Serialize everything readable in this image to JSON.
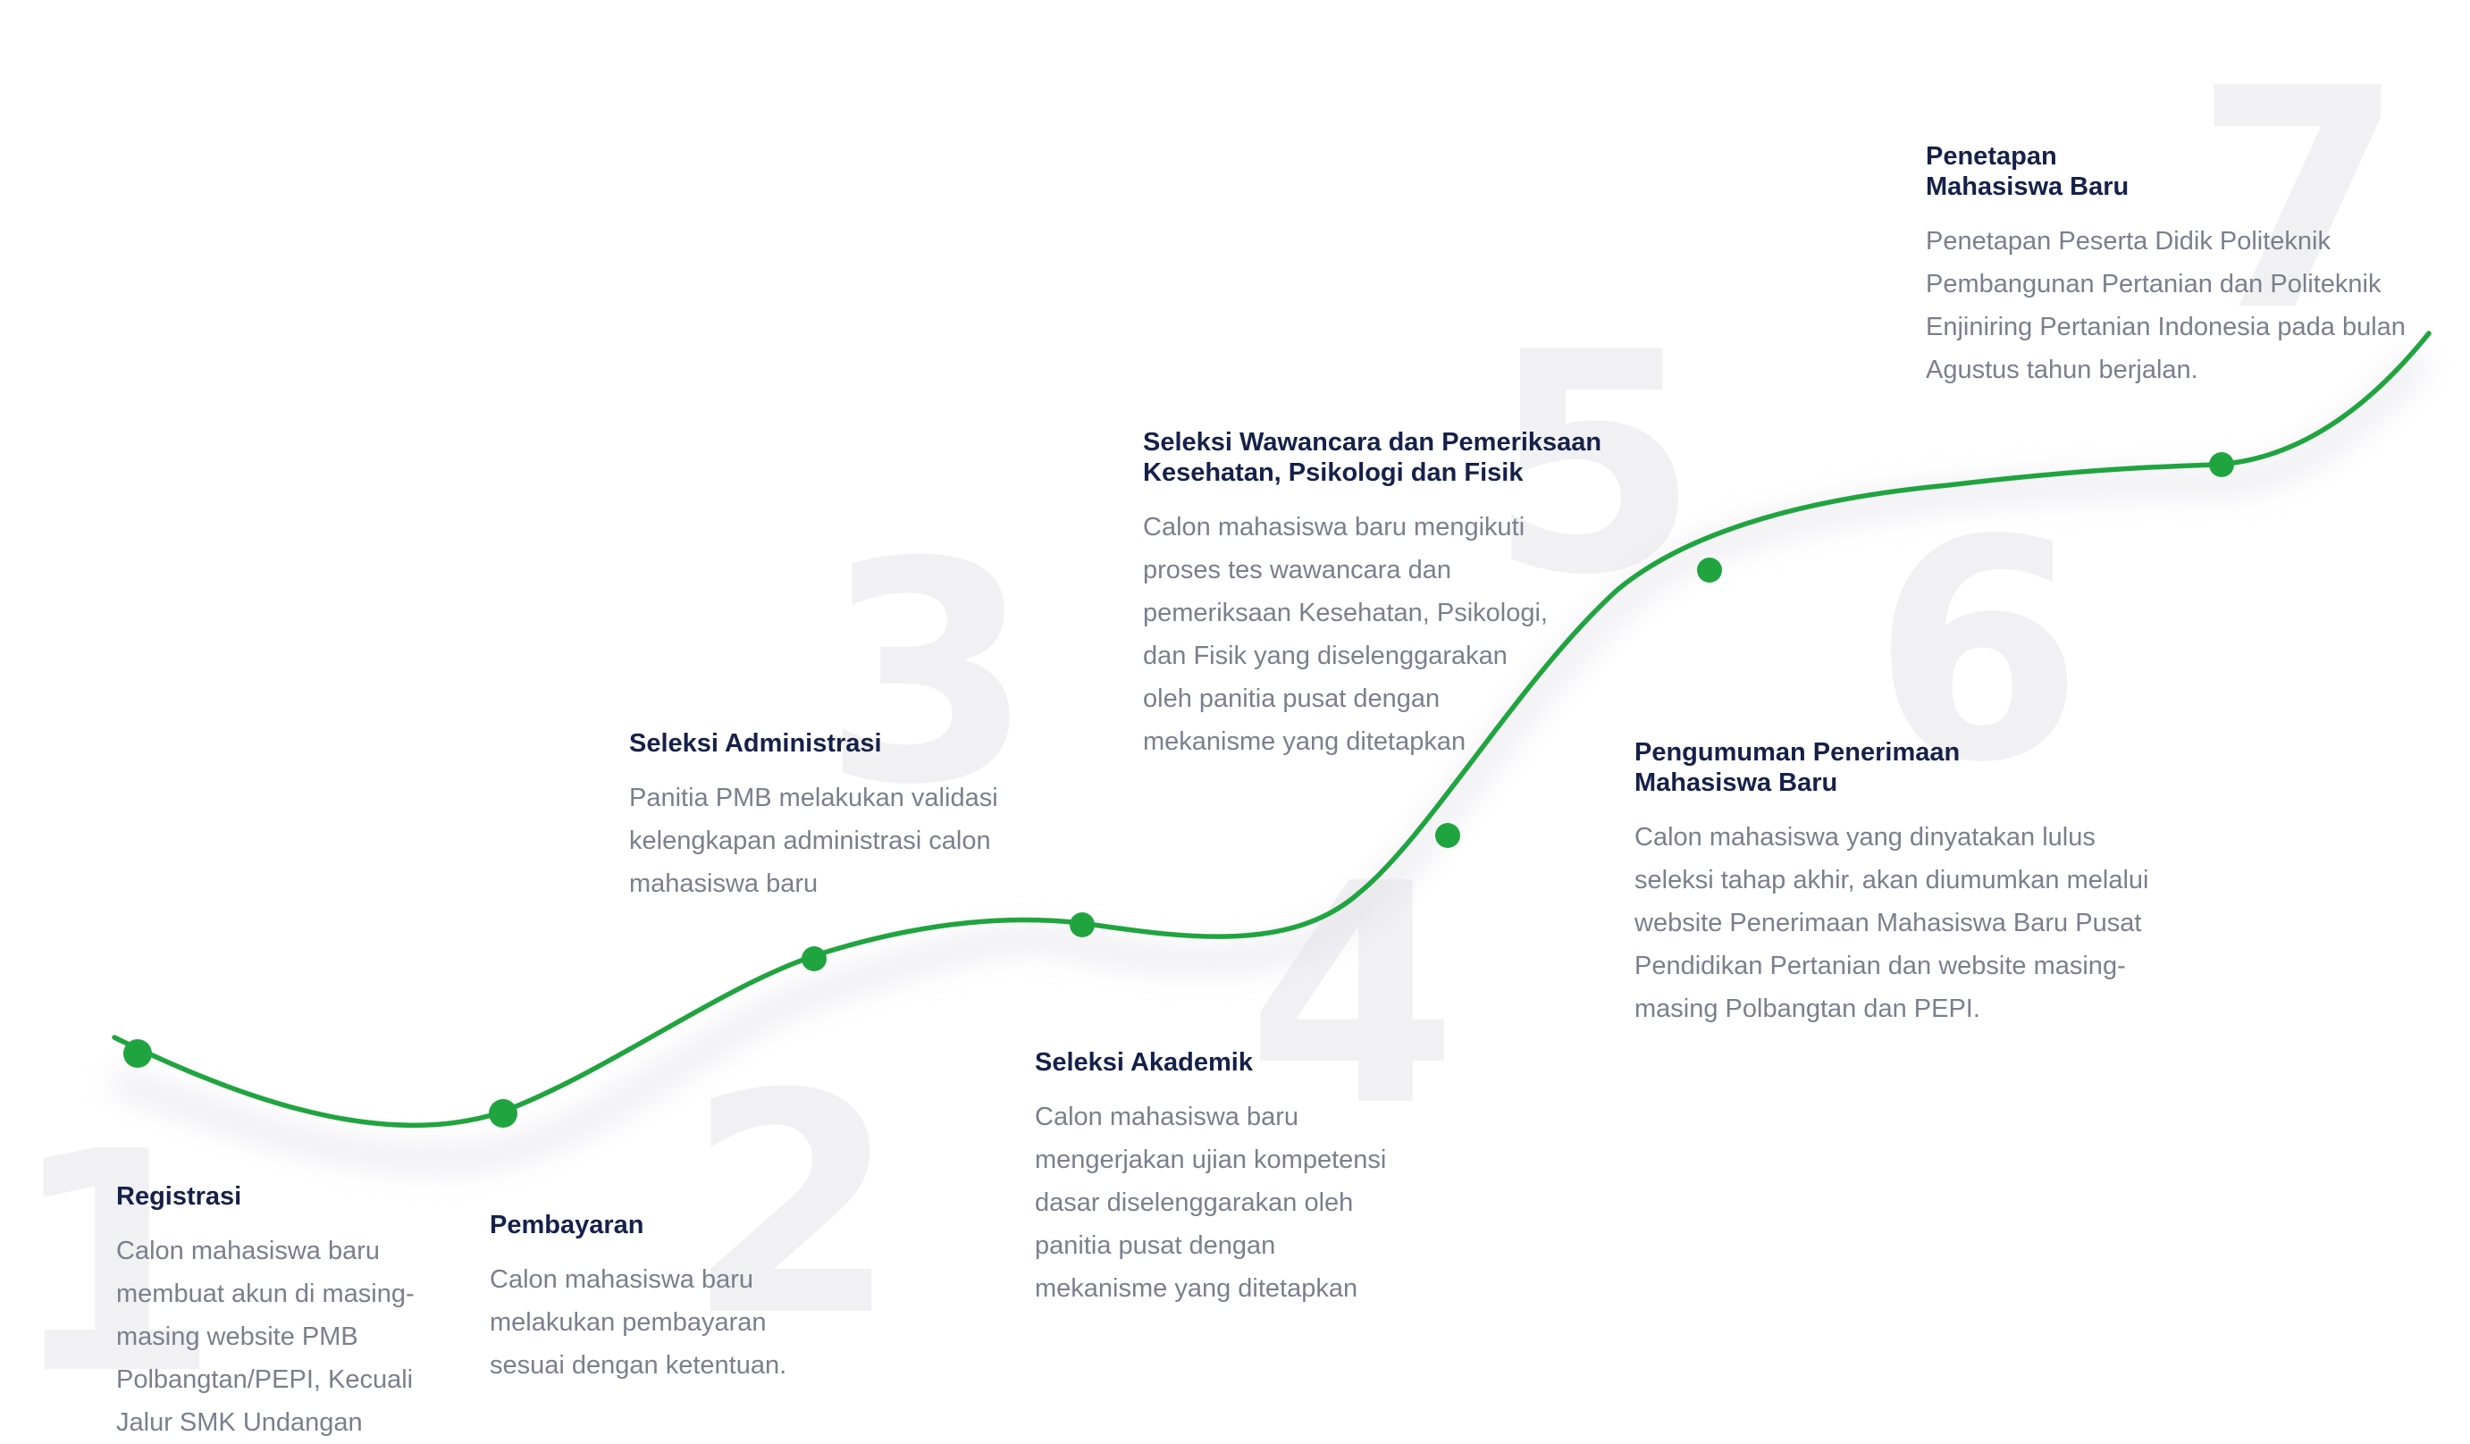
{
  "colors": {
    "accent": "#20a43f",
    "heading": "#15214a",
    "body": "#7b7f8c",
    "watermark": "#f1f1f3"
  },
  "steps": [
    {
      "number": "1",
      "title": "Registrasi",
      "description": "Calon mahasiswa baru membuat akun di masing-masing website PMB Polbangtan/PEPI, Kecuali Jalur SMK Undangan"
    },
    {
      "number": "2",
      "title": "Pembayaran",
      "description": "Calon mahasiswa baru melakukan pembayaran sesuai dengan ketentuan."
    },
    {
      "number": "3",
      "title": "Seleksi Administrasi",
      "description": "Panitia PMB melakukan validasi kelengkapan administrasi calon mahasiswa baru"
    },
    {
      "number": "4",
      "title": "Seleksi Akademik",
      "description": "Calon mahasiswa baru mengerjakan ujian kompetensi dasar diselenggarakan oleh panitia pusat dengan mekanisme yang ditetapkan"
    },
    {
      "number": "5",
      "title": "Seleksi Wawancara dan Pemeriksaan Kesehatan, Psikologi dan Fisik",
      "description": "Calon mahasiswa baru mengikuti proses tes wawancara dan pemeriksaan Kesehatan, Psikologi, dan Fisik yang diselenggarakan oleh panitia pusat dengan mekanisme yang ditetapkan"
    },
    {
      "number": "6",
      "title": "Pengumuman Penerimaan Mahasiswa Baru",
      "description": "Calon mahasiswa yang dinyatakan lulus seleksi tahap akhir, akan diumumkan melalui website Penerimaan Mahasiswa Baru Pusat Pendidikan Pertanian dan website masing-masing Polbangtan dan PEPI."
    },
    {
      "number": "7",
      "title": "Penetapan Mahasiswa Baru",
      "description": "Penetapan Peserta Didik Politeknik Pembangunan Pertanian dan Politeknik Enjiniring Pertanian Indonesia pada bulan Agustus tahun berjalan."
    }
  ]
}
